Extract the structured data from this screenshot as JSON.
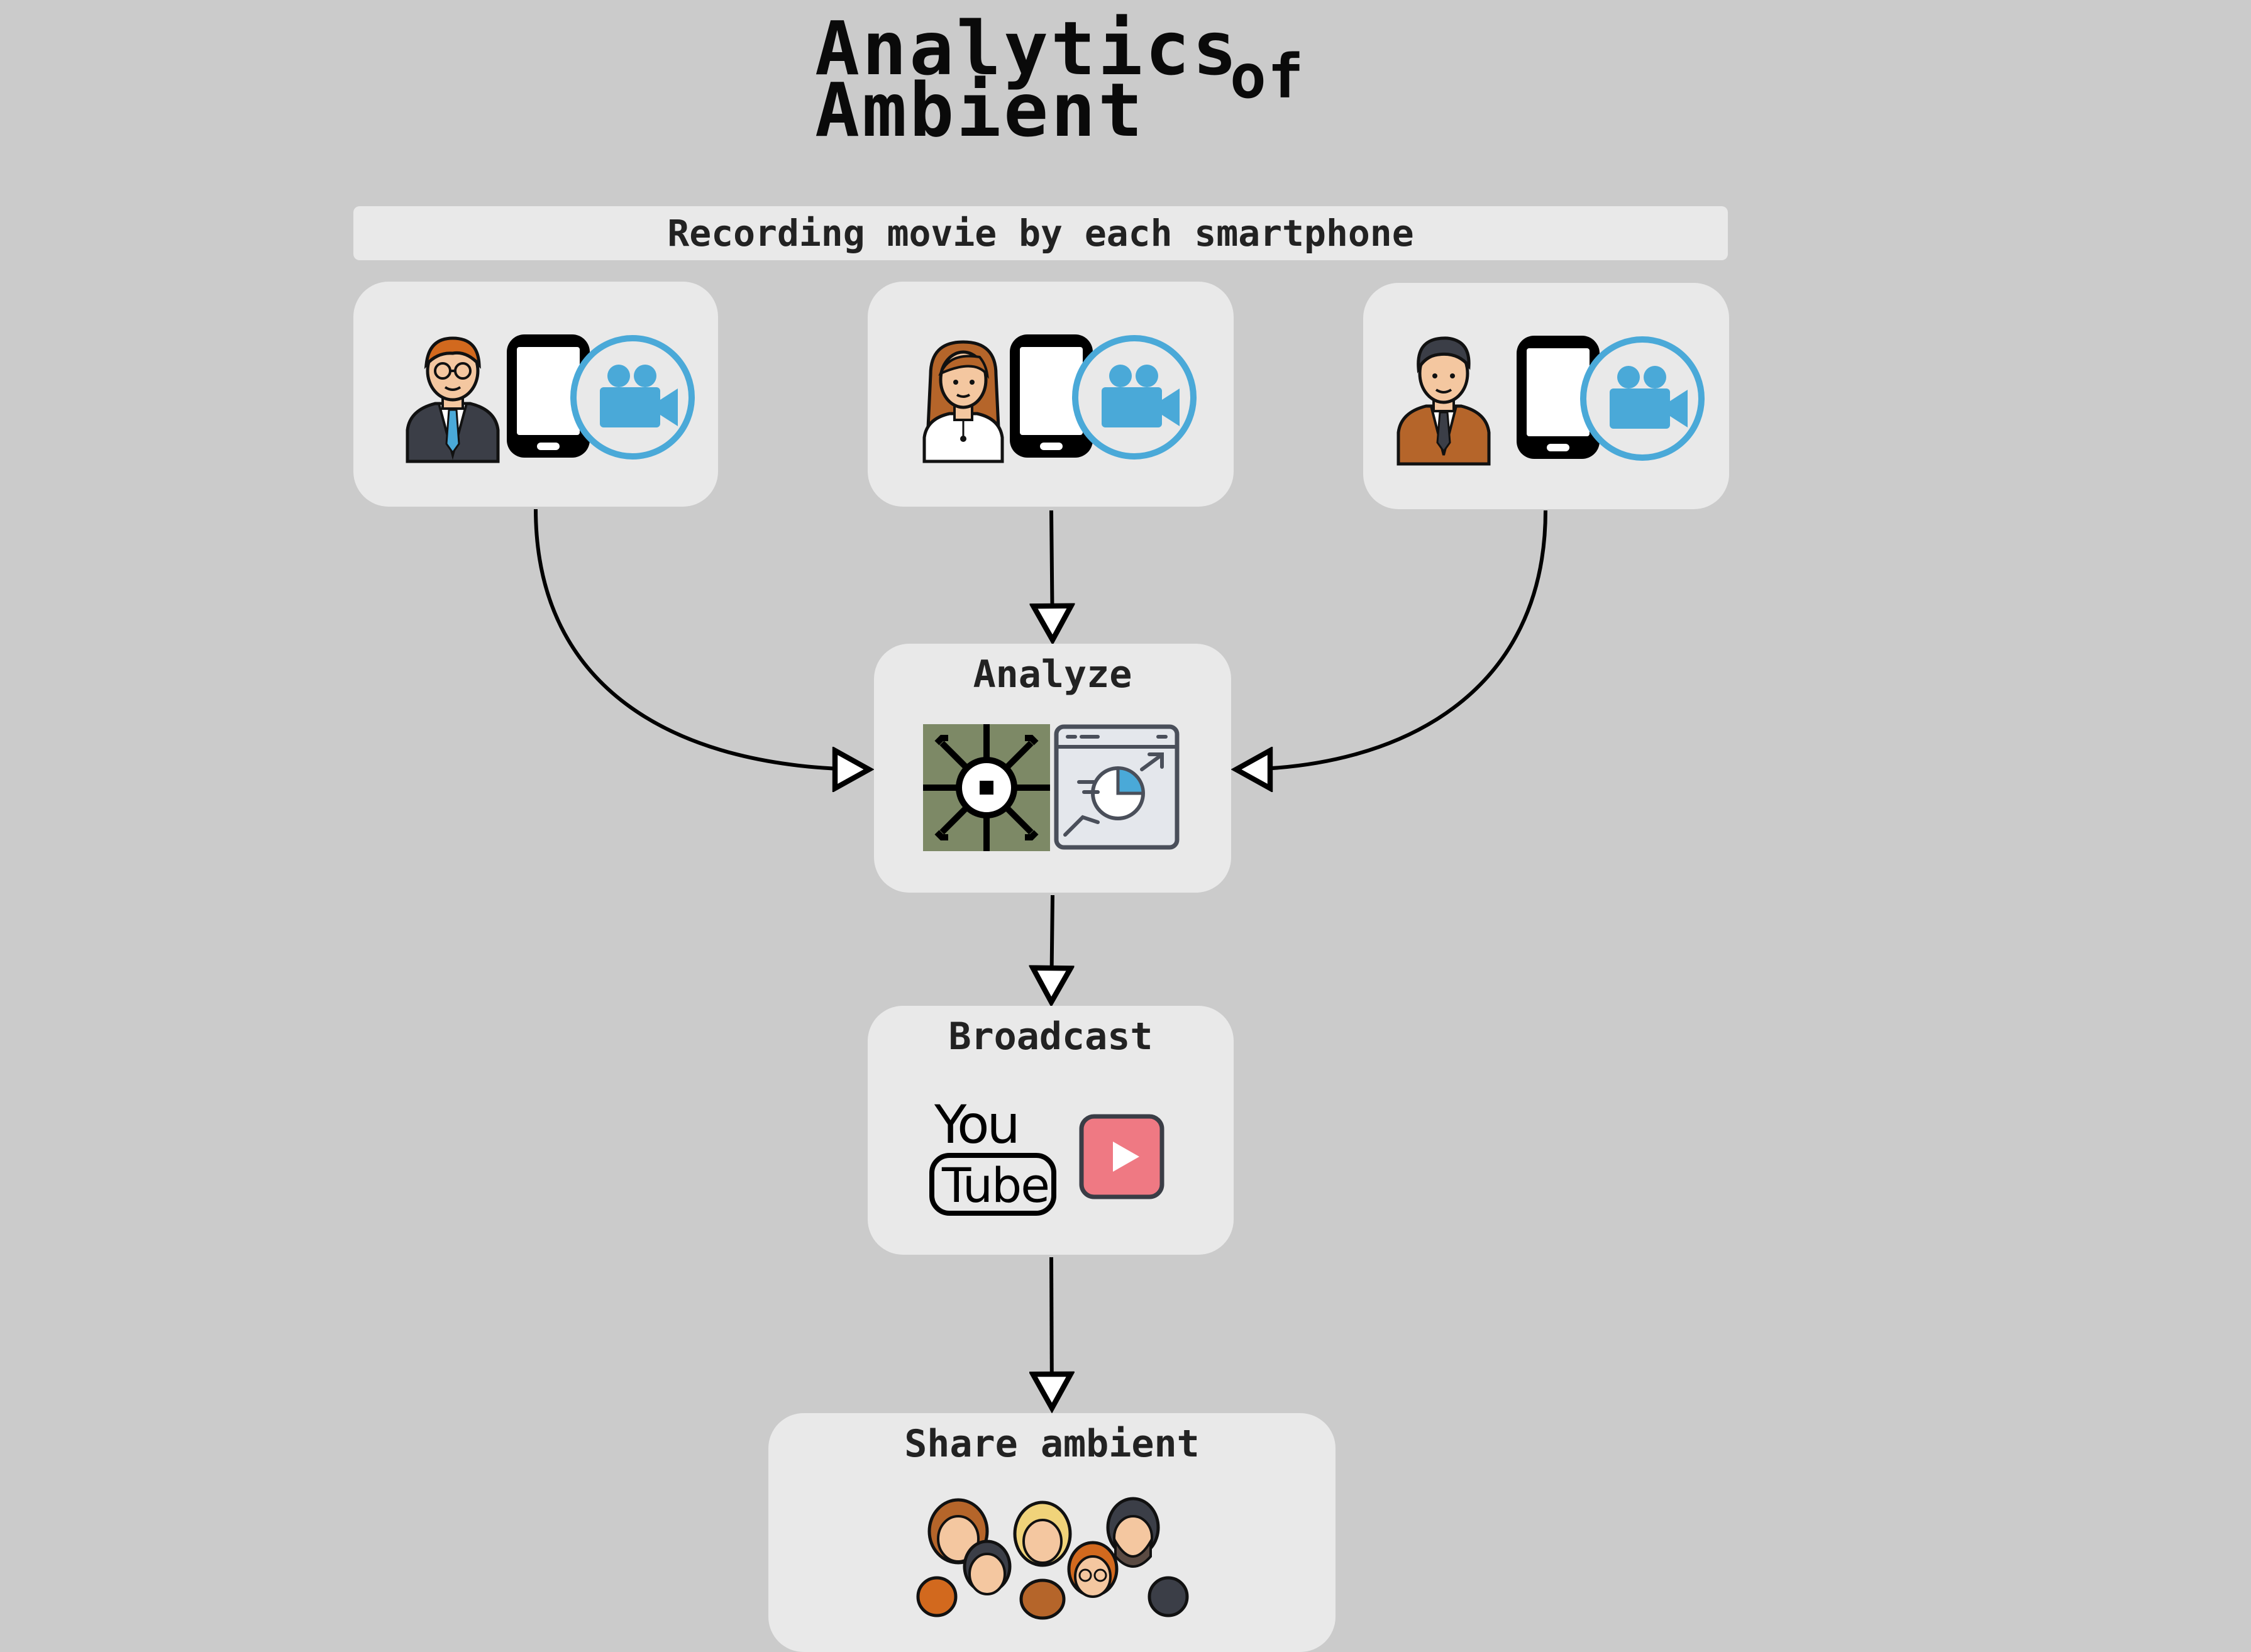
{
  "title": {
    "line1": "Analytics",
    "line2": "Ambient",
    "line3": "of"
  },
  "banner": {
    "label": "Recording movie by each smartphone"
  },
  "recorders": [
    {
      "person_icon": "businessman-with-glasses-icon",
      "phone_icon": "smartphone-icon",
      "camera_icon": "video-camera-icon"
    },
    {
      "person_icon": "woman-icon",
      "phone_icon": "smartphone-icon",
      "camera_icon": "video-camera-icon"
    },
    {
      "person_icon": "man-in-suit-icon",
      "phone_icon": "smartphone-icon",
      "camera_icon": "video-camera-icon"
    }
  ],
  "analyze": {
    "label": "Analyze",
    "icons": [
      "processor-chip-icon",
      "analytics-dashboard-icon"
    ]
  },
  "broadcast": {
    "label": "Broadcast",
    "icons": [
      "youtube-logo-icon",
      "play-button-icon"
    ]
  },
  "share": {
    "label": "Share ambient",
    "icons": [
      "audience-group-icon"
    ]
  },
  "colors": {
    "background": "#cbcbcb",
    "card": "#e9e9e9",
    "camera_blue": "#4aa9d8",
    "chip_green": "#7d8966",
    "play_red": "#ef7983"
  }
}
